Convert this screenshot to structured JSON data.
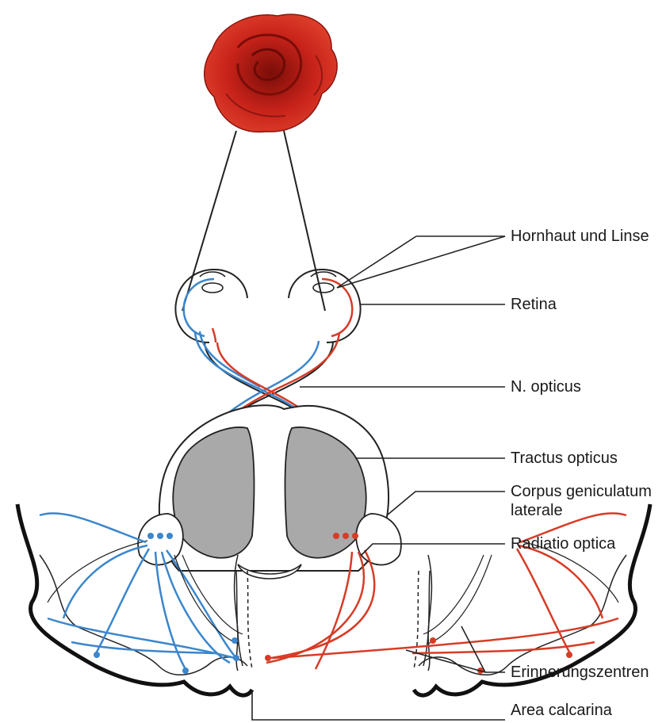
{
  "labels": {
    "hornhaut": "Hornhaut und Linse",
    "retina": "Retina",
    "n_opticus": "N. opticus",
    "tractus": "Tractus opticus",
    "corpus": "Corpus geniculatum laterale",
    "radiatio": "Radiatio optica",
    "erinnerung": "Erinnerungszentren",
    "area": "Area calcarina"
  },
  "colors": {
    "left_pathway": "#3b86cc",
    "right_pathway": "#d63c26",
    "thalamus_fill": "#a9a9aa",
    "cortex_outline": "#1a1a1a",
    "rose": "#c8231a"
  },
  "icons": {
    "object": "rose-image"
  }
}
